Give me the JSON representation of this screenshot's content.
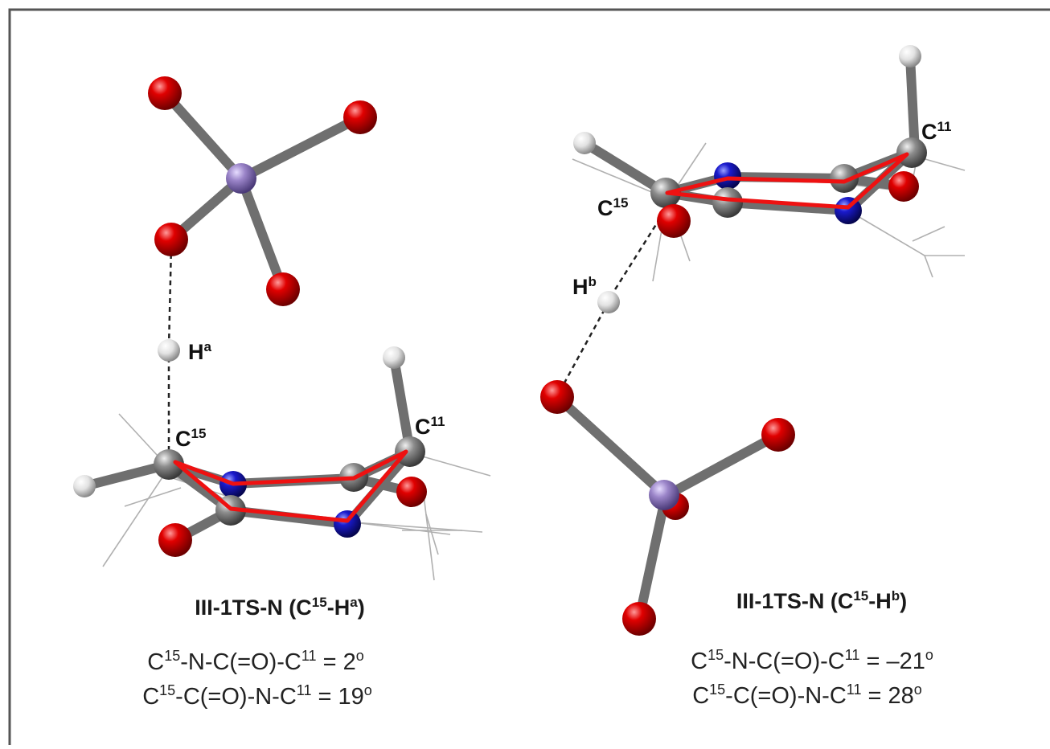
{
  "left": {
    "atoms": {
      "ha": {
        "main": "H",
        "sup": "a"
      },
      "c15": {
        "main": "C",
        "sup": "15"
      },
      "c11": {
        "main": "C",
        "sup": "11"
      }
    },
    "title": {
      "prefix": "III-1TS-N (C",
      "s1": "15",
      "mid": "-H",
      "s2": "a",
      "suffix": ")"
    },
    "eq1": {
      "c1": "C",
      "s1": "15",
      "mid": "-N-C(=O)-C",
      "s2": "11",
      "val": " = 2",
      "deg": "o"
    },
    "eq2": {
      "c1": "C",
      "s1": "15",
      "mid": "-C(=O)-N-C",
      "s2": "11",
      "val": " = 19",
      "deg": "o"
    }
  },
  "right": {
    "atoms": {
      "hb": {
        "main": "H",
        "sup": "b"
      },
      "c15": {
        "main": "C",
        "sup": "15"
      },
      "c11": {
        "main": "C",
        "sup": "11"
      }
    },
    "title": {
      "prefix": "III-1TS-N (C",
      "s1": "15",
      "mid": "-H",
      "s2": "b",
      "suffix": ")"
    },
    "eq1": {
      "c1": "C",
      "s1": "15",
      "mid": "-N-C(=O)-C",
      "s2": "11",
      "val": " = –21",
      "deg": "o"
    },
    "eq2": {
      "c1": "C",
      "s1": "15",
      "mid": "-C(=O)-N-C",
      "s2": "11",
      "val": " = 28",
      "deg": "o"
    }
  },
  "colors": {
    "oxygen": "#d40000",
    "nitrogen": "#1a1acc",
    "carbon": "#8c8c8c",
    "hydrogen": "#e6e6e6",
    "phosphorus": "#9a84c8",
    "ring_outline": "#ee1111",
    "bond": "#7a7a7a"
  }
}
